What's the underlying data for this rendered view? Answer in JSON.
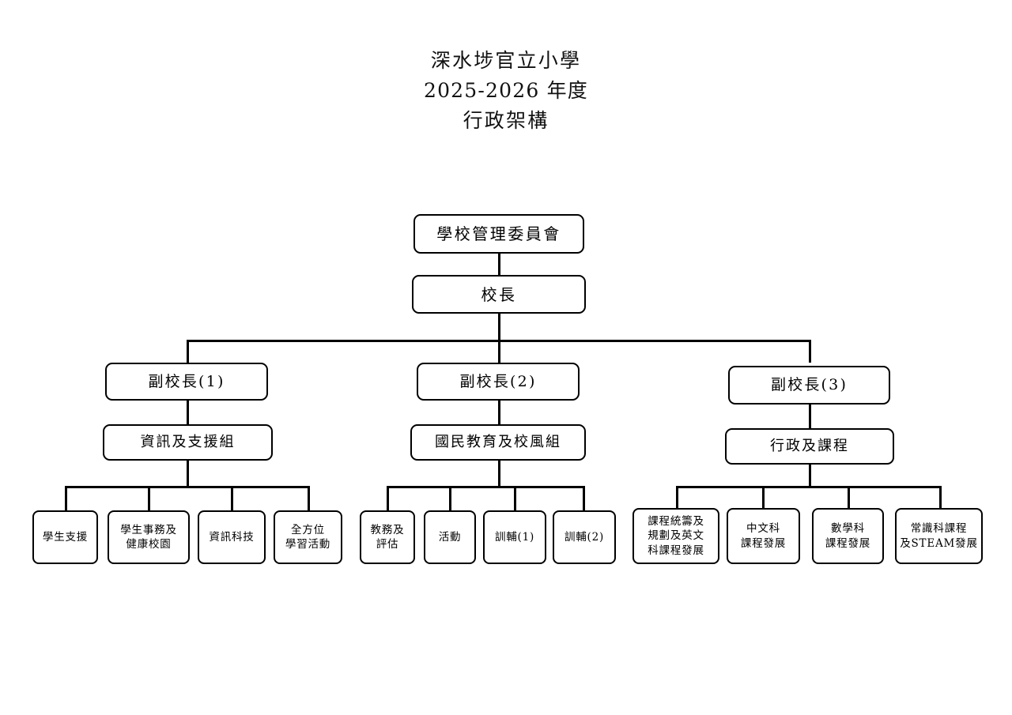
{
  "document": {
    "type": "organization-chart",
    "background_color": "#ffffff",
    "line_color": "#000000",
    "text_color": "#000000"
  },
  "title": {
    "line1": "深水埗官立小學",
    "line2": "2025-2026 年度",
    "line3": "行政架構"
  },
  "nodes": {
    "board": {
      "label": "學校管理委員會"
    },
    "principal": {
      "label": "校長"
    },
    "vp1": {
      "label": "副校長(1)"
    },
    "vp2": {
      "label": "副校長(2)"
    },
    "vp3": {
      "label": "副校長(3)"
    },
    "group1": {
      "label": "資訊及支援組"
    },
    "group2": {
      "label": "國民教育及校風組"
    },
    "group3": {
      "label": "行政及課程"
    }
  },
  "leaves": {
    "branch1": [
      {
        "label": "學生支援"
      },
      {
        "label": "學生事務及\n健康校園"
      },
      {
        "label": "資訊科技"
      },
      {
        "label": "全方位\n學習活動"
      }
    ],
    "branch2": [
      {
        "label": "教務及\n評估"
      },
      {
        "label": "活動"
      },
      {
        "label": "訓輔(1)"
      },
      {
        "label": "訓輔(2)"
      }
    ],
    "branch3": [
      {
        "label": "課程統籌及\n規劃及英文\n科課程發展"
      },
      {
        "label": "中文科\n課程發展"
      },
      {
        "label": "數學科\n課程發展"
      },
      {
        "label": "常識科課程\n及STEAM發展"
      }
    ]
  }
}
